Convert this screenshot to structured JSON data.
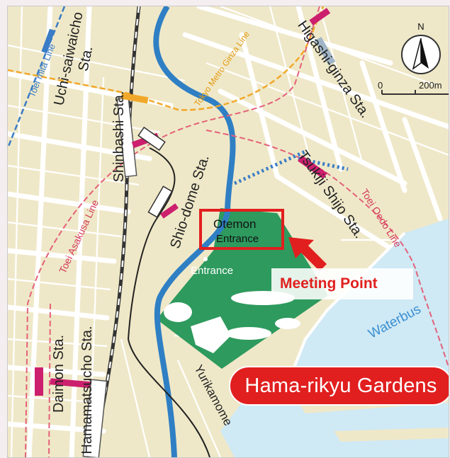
{
  "stations": {
    "uchisaiwaicho": "Uchi-saiwaicho",
    "uchisaiwaicho_sta": "Sta.",
    "shinbashi": "Shinbashi Sta.",
    "shiodome": "Shio-dome Sta.",
    "higashiginza": "Higashi-ginza Sta.",
    "tsukiji": "Tsukiji Shijo Sta.",
    "daimon": "Daimon Sta.",
    "hamamatsucho": "Hamamatsucho Sta."
  },
  "lines": {
    "toei_mita": "Toei mita Line",
    "tokyo_metro_ginza": "Tokyo Metro Ginza Line",
    "toei_asakusa": "Toei Asakusa Line",
    "toei_oedo": "Toei Oedo Line",
    "yurikamome": "Yurikamome",
    "waterbus": "Waterbus"
  },
  "entrances": {
    "otemon": "Otemon",
    "otemon_entrance": "Entrance",
    "second_entrance": "Entrance"
  },
  "meeting_point": "Meeting Point",
  "garden_name": "Hama-rikyu Gardens",
  "scale": {
    "zero": "0",
    "distance": "200m"
  },
  "compass": {
    "north": "N"
  },
  "colors": {
    "land": "#efe8c8",
    "water": "#cfe9f5",
    "garden": "#2e9a5e",
    "river": "#2f7fc4",
    "highlight_red": "#e11f1f",
    "asakusa_line": "#e3627a",
    "ginza_line": "#f1a82a",
    "mita_line": "#3a7cc6"
  }
}
